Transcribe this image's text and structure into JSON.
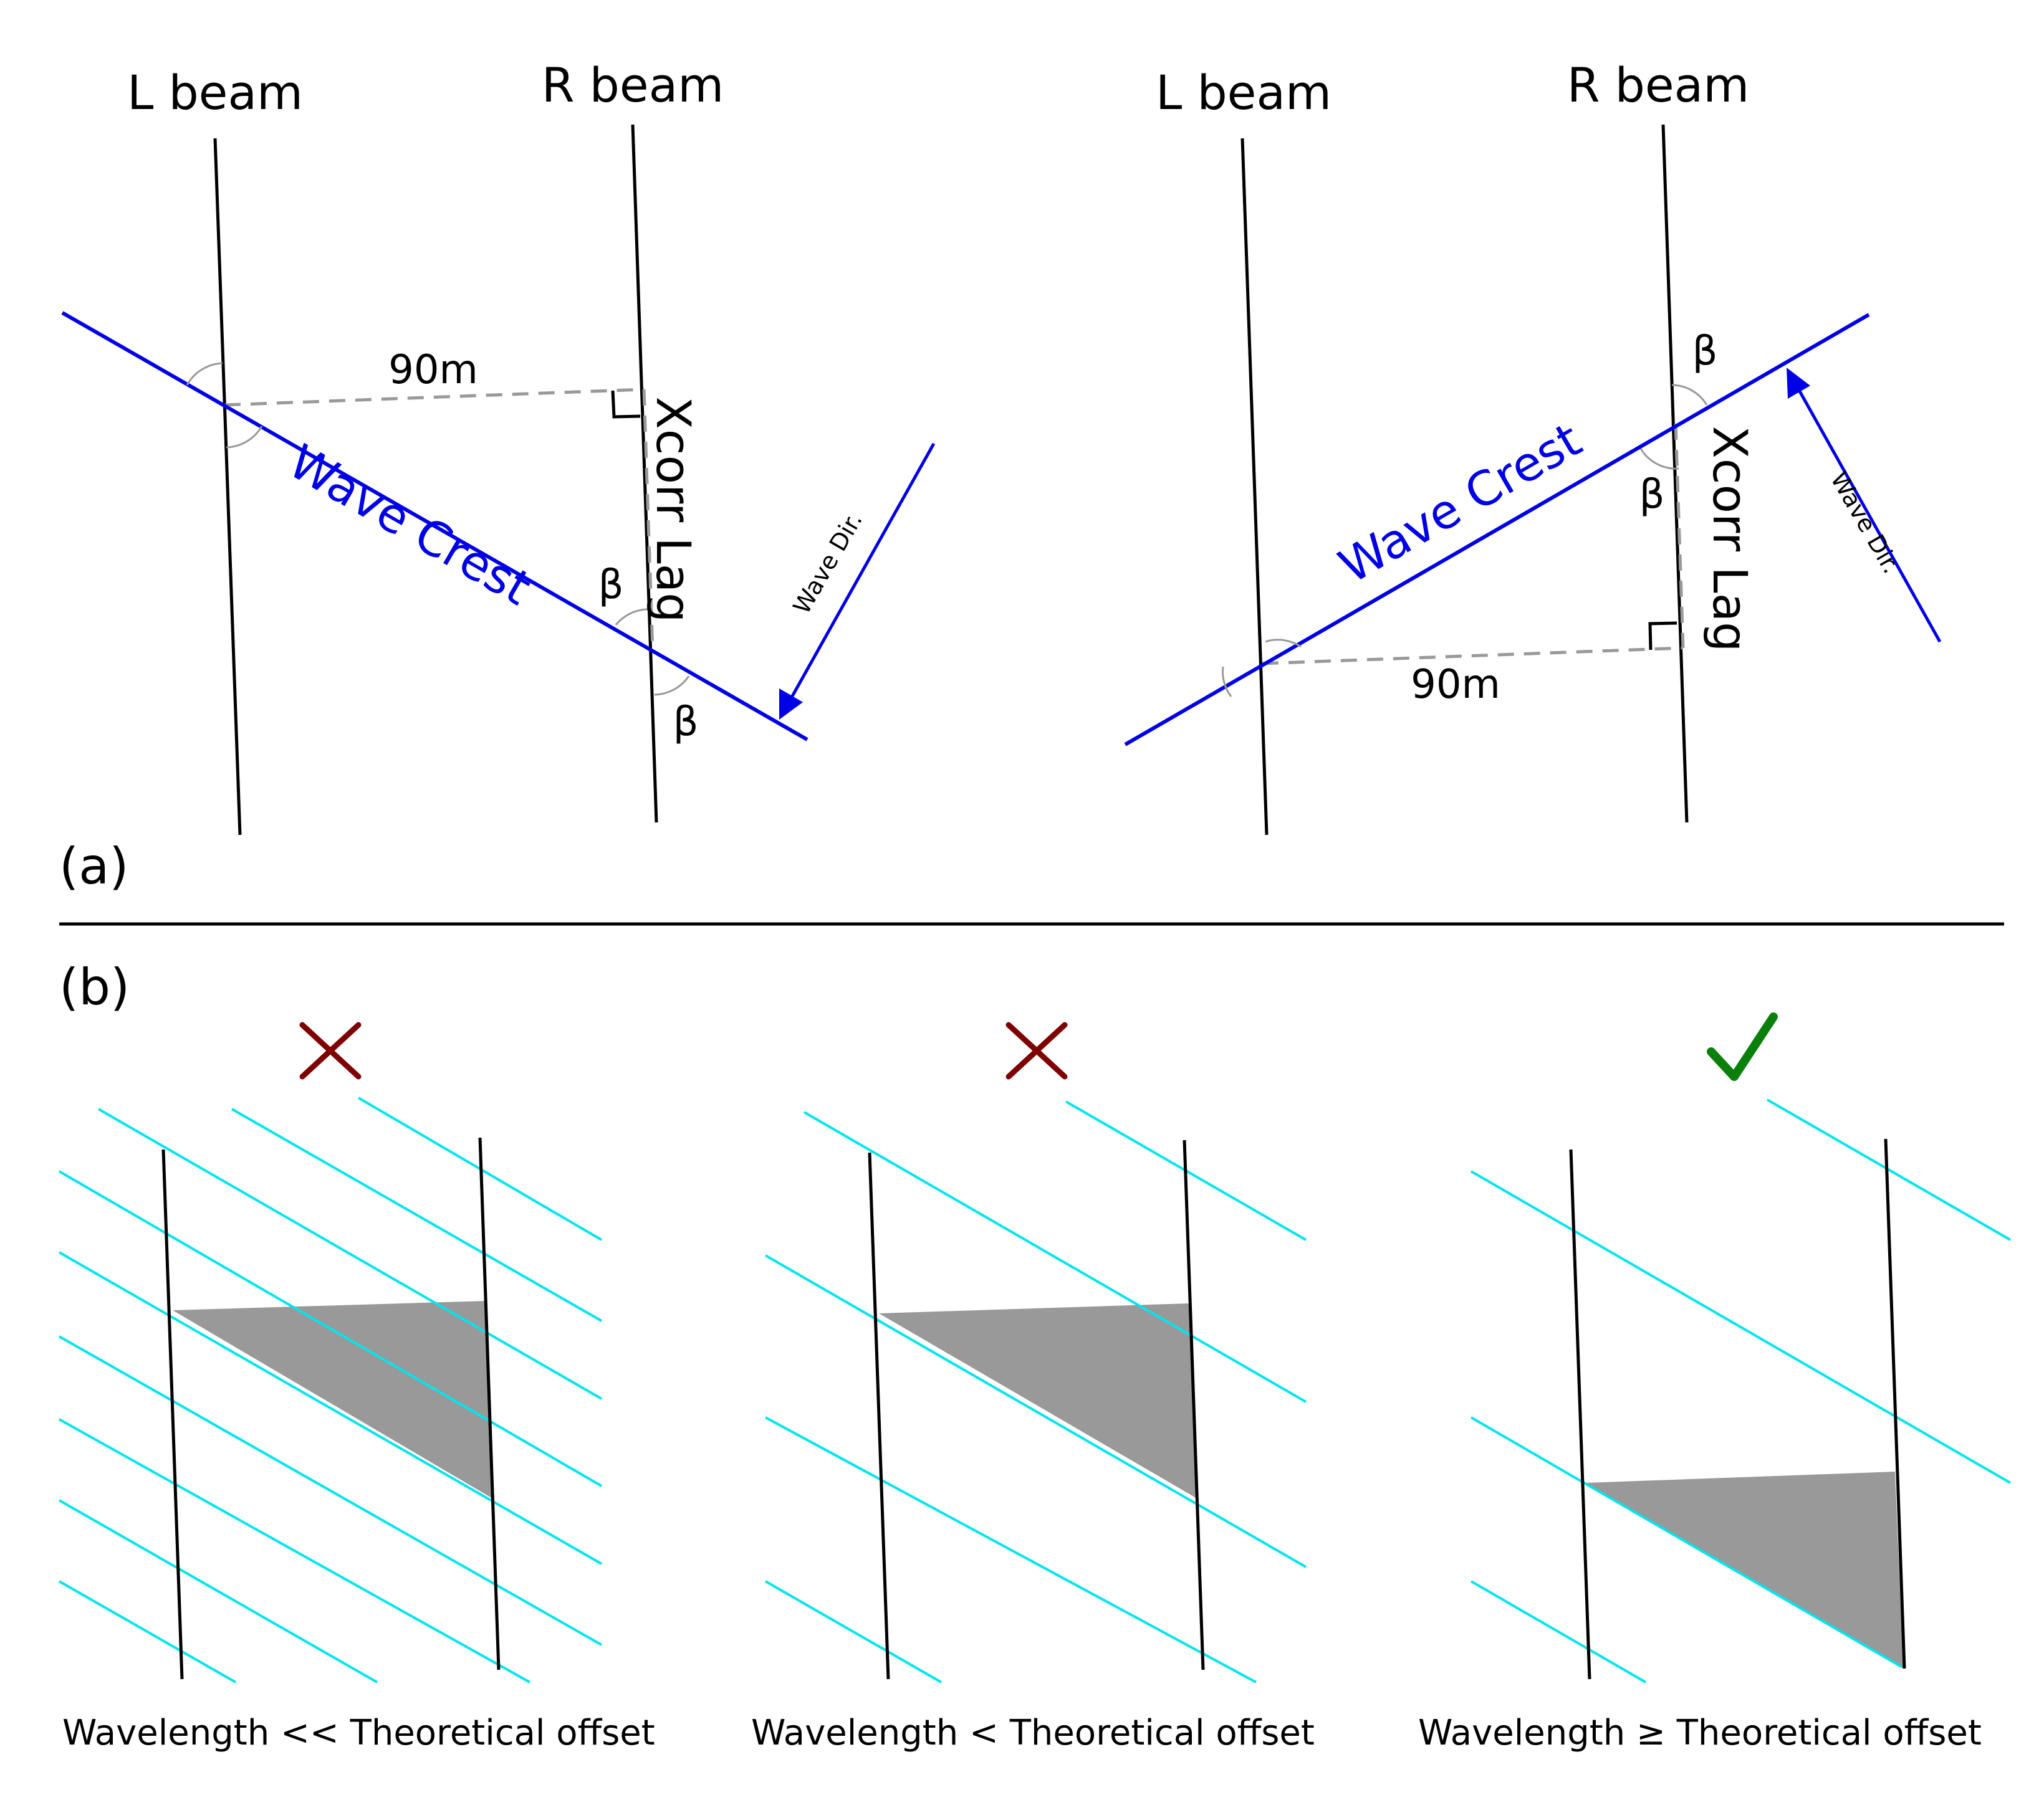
{
  "panel_a": {
    "label": "(a)",
    "left_diagram": {
      "l_beam": "L beam",
      "r_beam": "R beam",
      "distance": "90m",
      "wave_crest": "Wave Crest",
      "xcorr_lag": "Xcorr Lag",
      "wave_dir": "Wave Dir.",
      "beta_upper": "β",
      "beta_lower": "β"
    },
    "right_diagram": {
      "l_beam": "L beam",
      "r_beam": "R beam",
      "distance": "90m",
      "wave_crest": "Wave Crest",
      "xcorr_lag": "Xcorr Lag",
      "wave_dir": "Wave Dir.",
      "beta_upper": "β",
      "beta_lower": "β"
    }
  },
  "panel_b": {
    "label": "(b)",
    "cases": [
      {
        "caption": "Wavelength << Theoretical offset",
        "verdict_icon": "cross-icon"
      },
      {
        "caption": "Wavelength < Theoretical offset",
        "verdict_icon": "cross-icon"
      },
      {
        "caption": "Wavelength ≥ Theoretical offset",
        "verdict_icon": "checkmark-icon"
      }
    ]
  },
  "colors": {
    "wave_crest": "#0000e6",
    "wave_lines": "#00e5ee",
    "beam": "#000000",
    "dashed": "#999999",
    "shade": "#999999",
    "cross": "#7f0000",
    "check": "#0a7f0a"
  }
}
